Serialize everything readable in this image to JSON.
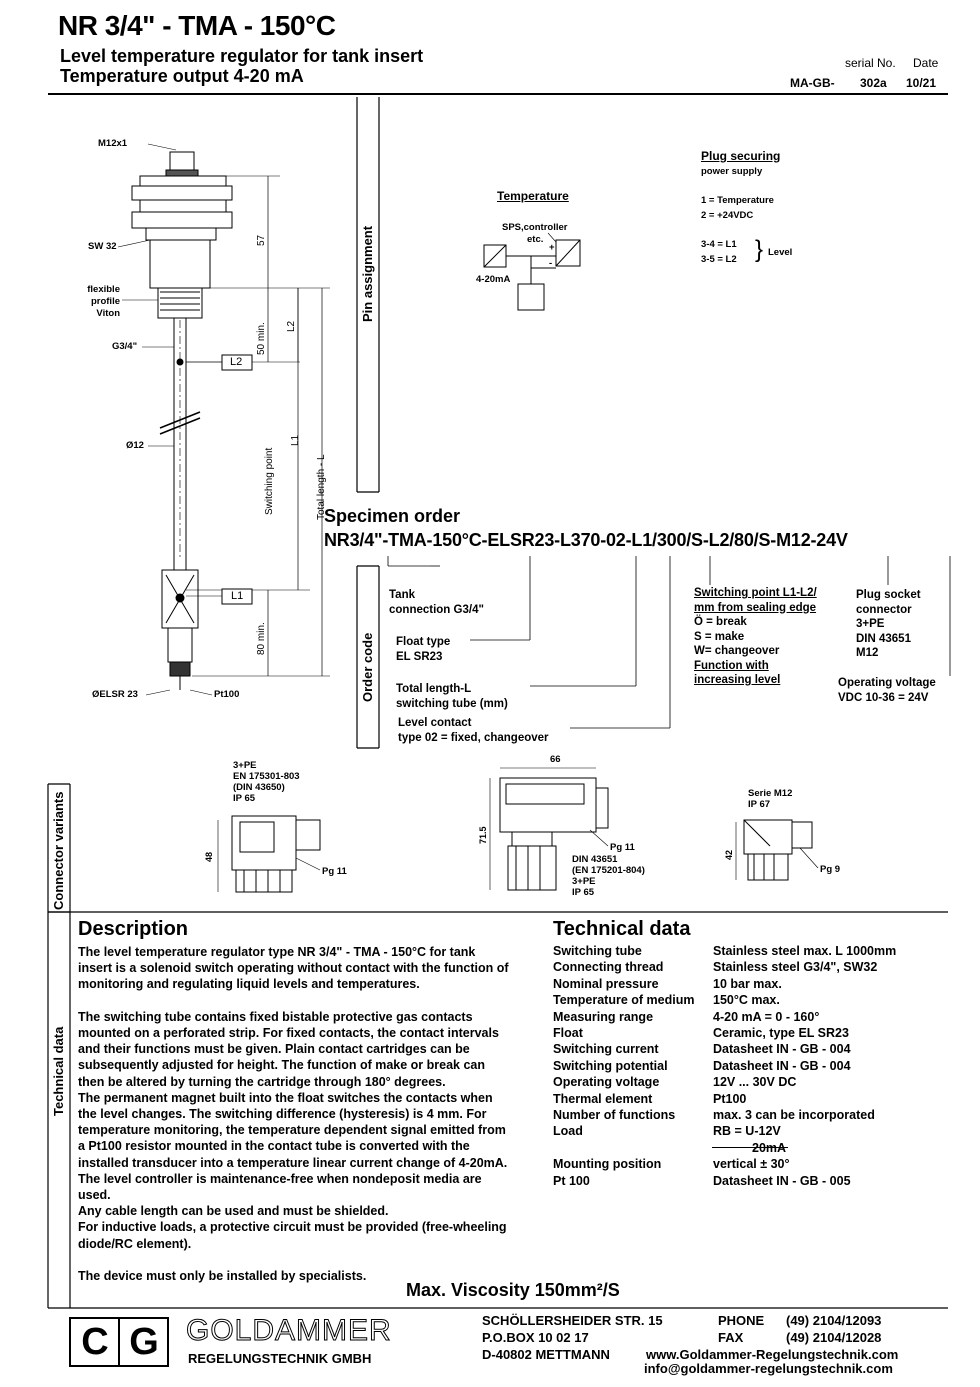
{
  "header": {
    "title": "NR 3/4\" - TMA - 150°C",
    "subtitle1": "Level temperature regulator for tank insert",
    "subtitle2": "Temperature output  4-20 mA",
    "serial_label": "serial No.",
    "date_label": "Date",
    "serial_prefix": "MA-GB-",
    "serial_no": "302a",
    "date": "10/21"
  },
  "drawing": {
    "m12": "M12x1",
    "sw32": "SW 32",
    "flex1": "flexible",
    "flex2": "profile",
    "flex3": "Viton",
    "g34": "G3/4\"",
    "d12": "Ø12",
    "l2": "L2",
    "l1": "L1",
    "elsr": "ØELSR 23",
    "pt100": "Pt100",
    "dim57": "57",
    "dim50": "50 min.",
    "dimL2": "L2",
    "dimL1": "L1",
    "dim80": "80 min.",
    "switching_point": "Switching point",
    "total_length": "Total length - L"
  },
  "pin": {
    "section_label": "Pin assignment",
    "temp_title": "Temperature",
    "sps1": "SPS,controller",
    "sps2": "etc.",
    "plus": "+",
    "minus": "-",
    "ma": "4-20mA",
    "plug_title": "Plug securing",
    "plug_sub": "power supply",
    "p1": "1 = Temperature",
    "p2": "2 = +24VDC",
    "p34": "3-4 = L1",
    "p35": "3-5 = L2",
    "level": "Level"
  },
  "order": {
    "title": "Specimen order",
    "code": "NR3/4\"-TMA-150°C-ELSR23-L370-02-L1/300/S-L2/80/S-M12-24V",
    "section_label": "Order code",
    "tank1": "Tank",
    "tank2": "connection G3/4\"",
    "float1": "Float type",
    "float2": "EL SR23",
    "total1": "Total length-L",
    "total2": "switching tube (mm)",
    "contact1": "Level contact",
    "contact2": "type 02 = fixed, changeover",
    "sw1": "Switching point L1-L2/",
    "sw2": "mm from sealing edge",
    "sw3": "Ö = break",
    "sw4": "S = make",
    "sw5": "W= changeover",
    "sw6": "Function with",
    "sw7": "increasing level",
    "plug1": "Plug socket",
    "plug2": "connector",
    "plug3": "3+PE",
    "plug4": "DIN 43651",
    "plug5": "M12",
    "volt1": "Operating voltage",
    "volt2": "VDC 10-36 = 24V"
  },
  "connectors": {
    "section_label": "Connector variants",
    "c1_1": "3+PE",
    "c1_2": "EN 175301-803",
    "c1_3": "(DIN 43650)",
    "c1_4": "IP 65",
    "c1_dim": "48",
    "c1_pg": "Pg 11",
    "c2_dim66": "66",
    "c2_dim71": "71.5",
    "c2_pg": "Pg 11",
    "c2_1": "DIN 43651",
    "c2_2": "(EN 175201-804)",
    "c2_3": "3+PE",
    "c2_4": "IP 65",
    "c3_1": "Serie M12",
    "c3_2": "IP 67",
    "c3_dim": "42",
    "c3_pg": "Pg 9"
  },
  "description": {
    "section_label": "Technical data",
    "title": "Description",
    "lines": [
      "The level temperature regulator type NR 3/4\" - TMA - 150°C for tank",
      "insert is a solenoid switch operating without contact with the function of",
      "monitoring and regulating liquid levels and temperatures.",
      "",
      "The switching tube contains fixed bistable protective gas contacts",
      "mounted on a perforated strip. For fixed contacts, the contact intervals",
      "and their functions must be given. Plain contact cartridges can be",
      "subsequently adjusted for height. The function of make or break can",
      "then be altered by turning the cartridge through 180° degrees.",
      "The permanent magnet built into the float switches the contacts when",
      "the level changes. The switching difference (hysteresis) is 4 mm. For",
      "temperature monitoring, the temperature dependent signal emitted from",
      "a Pt100 resistor mounted in the contact tube is converted with the",
      "installed transducer into a temperature linear current change of 4-20mA.",
      "The level controller is maintenance-free when nondeposit media are",
      "used.",
      "Any cable length can be used and must be shielded.",
      "For inductive loads, a protective circuit must be provided (free-wheeling",
      "diode/RC element).",
      "",
      "The device must only be installed by specialists."
    ],
    "viscosity": "Max. Viscosity 150mm²/S"
  },
  "technical": {
    "title": "Technical data",
    "rows": [
      {
        "k": "Switching tube",
        "v": "Stainless steel max. L 1000mm"
      },
      {
        "k": "Connecting thread",
        "v": "Stainless steel G3/4\", SW32"
      },
      {
        "k": "Nominal pressure",
        "v": "10 bar max."
      },
      {
        "k": "Temperature of medium",
        "v": "150°C max."
      },
      {
        "k": "Measuring range",
        "v": "4-20 mA = 0 - 160°"
      },
      {
        "k": "Float",
        "v": "Ceramic, type EL SR23"
      },
      {
        "k": "Switching current",
        "v": "Datasheet IN - GB - 004"
      },
      {
        "k": "Switching potential",
        "v": "Datasheet IN - GB - 004"
      },
      {
        "k": "Operating voltage",
        "v": "12V ... 30V DC"
      },
      {
        "k": "Thermal element",
        "v": "Pt100"
      },
      {
        "k": "Number of functions",
        "v": "max. 3 can be incorporated"
      },
      {
        "k": "Load",
        "v": "RB = U-12V"
      }
    ],
    "load_denom": "20mA",
    "rows2": [
      {
        "k": "Mounting position",
        "v": "vertical ± 30°"
      },
      {
        "k": "Pt 100",
        "v": "Datasheet IN - GB - 005"
      }
    ]
  },
  "footer": {
    "logo": "CG",
    "company": "GOLDAMMER",
    "company_sub": "REGELUNGSTECHNIK GMBH",
    "addr1": "SCHÖLLERSHEIDER STR. 15",
    "addr2": "P.O.BOX  10 02 17",
    "addr3": "D-40802 METTMANN",
    "phone_label": "PHONE",
    "phone": "(49) 2104/12093",
    "fax_label": "FAX",
    "fax": "(49) 2104/12028",
    "web": "www.Goldammer-Regelungstechnik.com",
    "email": "info@goldammer-regelungstechnik.com"
  }
}
